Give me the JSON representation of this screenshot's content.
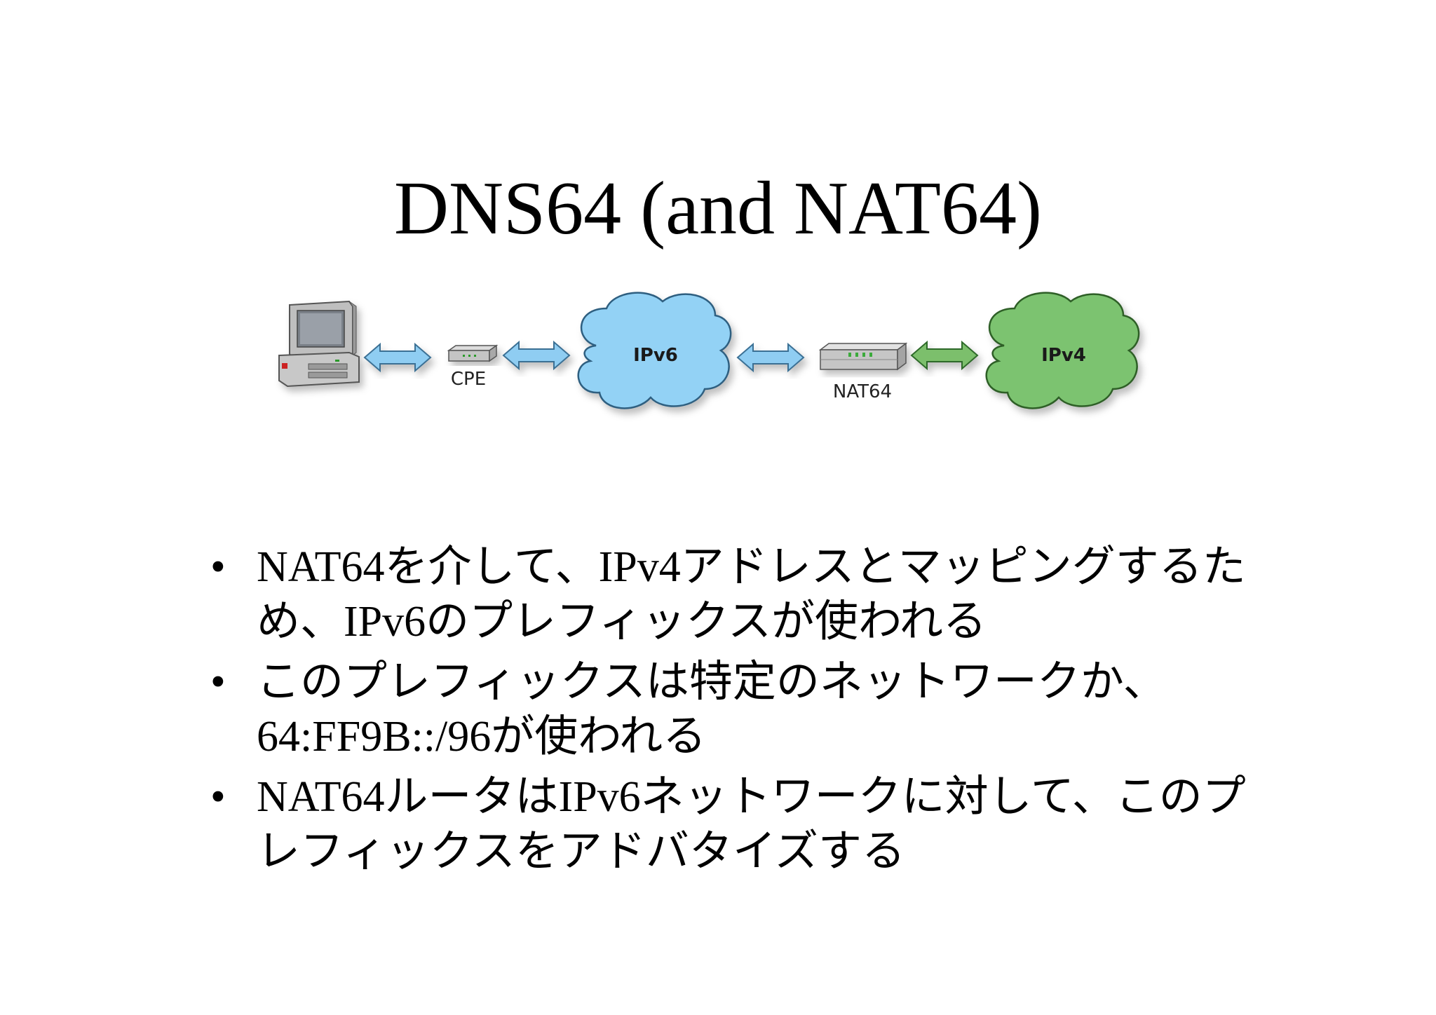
{
  "slide": {
    "title": "DNS64 (and NAT64)"
  },
  "diagram": {
    "cpe_label": "CPE",
    "ipv6_label": "IPv6",
    "nat64_label": "NAT64",
    "ipv4_label": "IPv4",
    "colors": {
      "ipv6_cloud": "#93d2f5",
      "ipv4_cloud": "#7cc36f",
      "blue_arrow": "#8fcdf2",
      "green_arrow": "#7cbf6c"
    }
  },
  "bullets": [
    {
      "marker": "•",
      "text": "NAT64を介して、IPv4アドレスとマッピングするため、IPv6のプレフィックスが使われる"
    },
    {
      "marker": "•",
      "text": "このプレフィックスは特定のネットワークか、64:FF9B::/96が使われる"
    },
    {
      "marker": "•",
      "text": "NAT64ルータはIPv6ネットワークに対して、このプレフィックスをアドバタイズする"
    }
  ]
}
